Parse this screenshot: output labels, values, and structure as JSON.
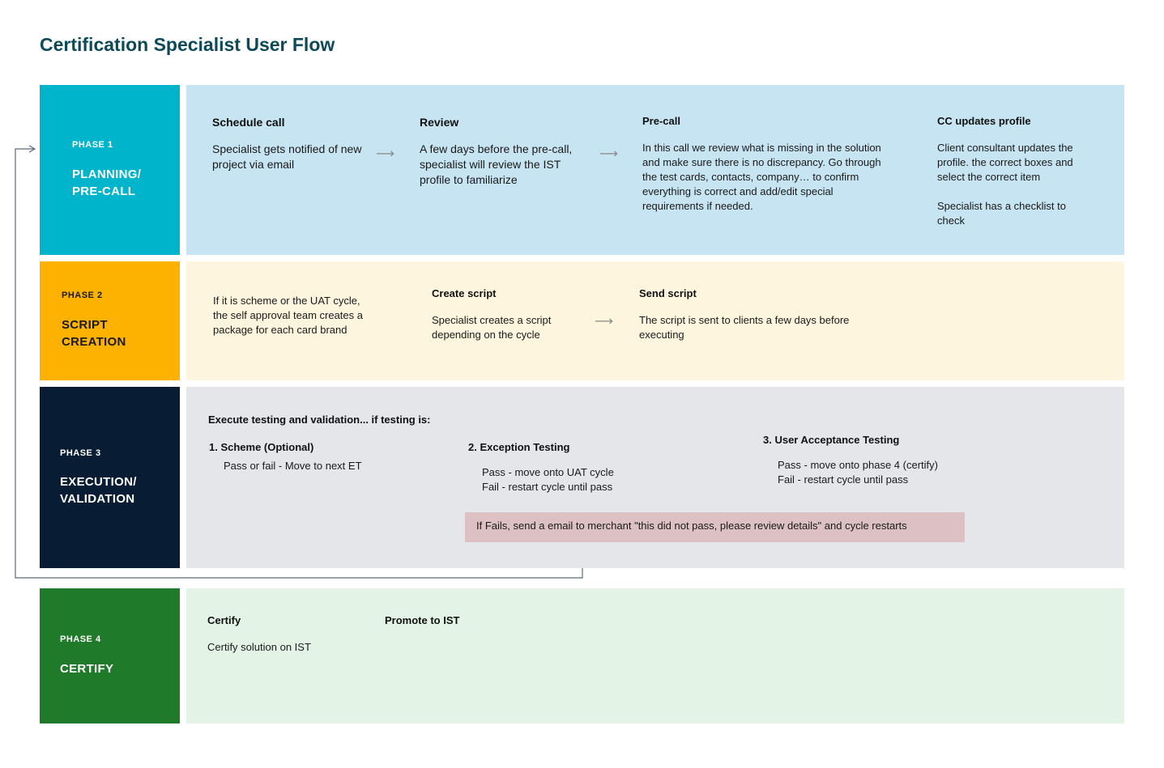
{
  "title": "Certification Specialist User Flow",
  "phases": [
    {
      "num": "PHASE 1",
      "name_line1": "PLANNING/",
      "name_line2": "PRE-CALL",
      "color": "#00b5cb"
    },
    {
      "num": "PHASE 2",
      "name_line1": "SCRIPT",
      "name_line2": "CREATION",
      "color": "#fdb100"
    },
    {
      "num": "PHASE 3",
      "name_line1": "EXECUTION/",
      "name_line2": "VALIDATION",
      "color": "#081c33"
    },
    {
      "num": "PHASE 4",
      "name_line1": "CERTIFY",
      "name_line2": "",
      "color": "#1f7a2a"
    }
  ],
  "panel_colors": [
    "#c6e4f1",
    "#fdf5dd",
    "#e5e6ea",
    "#e3f4e6"
  ],
  "phase1": {
    "steps": [
      {
        "heading": "Schedule call",
        "text": "Specialist gets notified of new project via email"
      },
      {
        "heading": "Review",
        "text": "A few days before the pre-call, specialist will review the IST profile to familiarize"
      },
      {
        "heading": "Pre-call",
        "text": "In this call we review what is missing in the solution and make sure there is no discrepancy. Go through the test cards, contacts, company… to confirm everything is correct and add/edit special requirements if needed."
      },
      {
        "heading": "CC updates profile",
        "text": "Client consultant updates the profile. the correct boxes and select the correct item",
        "text2": "Specialist has a checklist to check"
      }
    ]
  },
  "phase2": {
    "intro": "If it is scheme or the UAT cycle, the self approval team creates a package for each card brand",
    "steps": [
      {
        "heading": "Create script",
        "text": "Specialist creates a script depending on the cycle"
      },
      {
        "heading": "Send script",
        "text": "The script is sent to clients a few days before executing"
      }
    ]
  },
  "phase3": {
    "intro": "Execute testing and validation... if testing is:",
    "items": [
      {
        "heading": "1. Scheme (Optional)",
        "line1": "Pass or fail - Move to next ET",
        "line2": ""
      },
      {
        "heading": "2. Exception Testing",
        "line1": "Pass - move onto UAT cycle",
        "line2": "Fail - restart cycle until pass"
      },
      {
        "heading": "3. User Acceptance Testing",
        "line1": "Pass - move onto phase 4 (certify)",
        "line2": "Fail - restart cycle until pass"
      }
    ],
    "note": "If Fails, send a email to merchant \"this did not pass, please review details\" and cycle restarts"
  },
  "phase4": {
    "steps": [
      {
        "heading": "Certify",
        "text": "Certify solution on IST"
      },
      {
        "heading": "Promote to IST",
        "text": ""
      }
    ]
  },
  "icons": {
    "arrow": "right-arrow-icon",
    "loop": "loop-back-arrow-icon"
  }
}
